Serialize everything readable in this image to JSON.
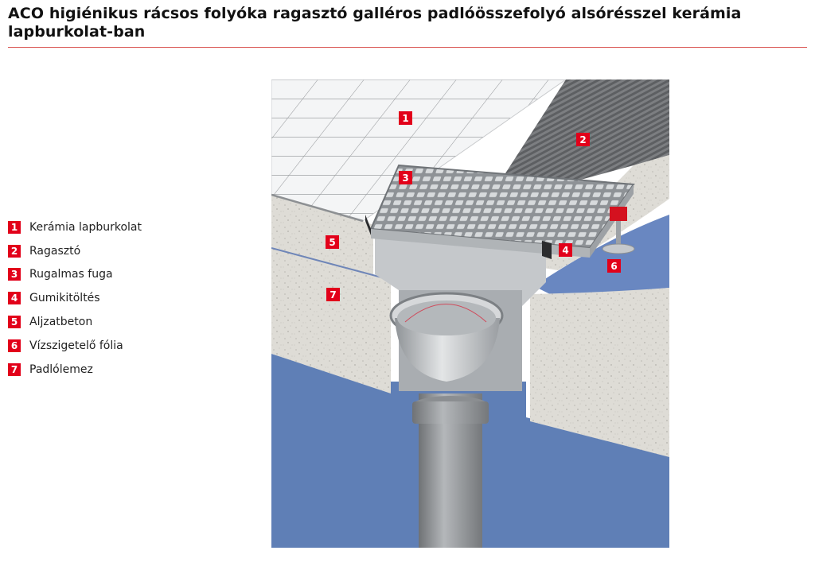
{
  "title": "ACO higiénikus rácsos folyóka ragasztó galléros padlóösszefolyó alsórésszel kerámia lapburkolat-ban",
  "legend": [
    {
      "num": "1",
      "label": "Kerámia lapburkolat"
    },
    {
      "num": "2",
      "label": "Ragasztó"
    },
    {
      "num": "3",
      "label": "Rugalmas fuga"
    },
    {
      "num": "4",
      "label": "Gumikitöltés"
    },
    {
      "num": "5",
      "label": "Aljzatbeton"
    },
    {
      "num": "6",
      "label": "Vízszigetelő fólia"
    },
    {
      "num": "7",
      "label": "Padlólemez"
    }
  ],
  "callouts": [
    "1",
    "2",
    "3",
    "4",
    "5",
    "6",
    "7"
  ],
  "colors": {
    "accent": "#e2001a",
    "concrete": "#dcdcd6",
    "water_blue": "#5f7fb6",
    "steel": "#bfc3c6"
  }
}
